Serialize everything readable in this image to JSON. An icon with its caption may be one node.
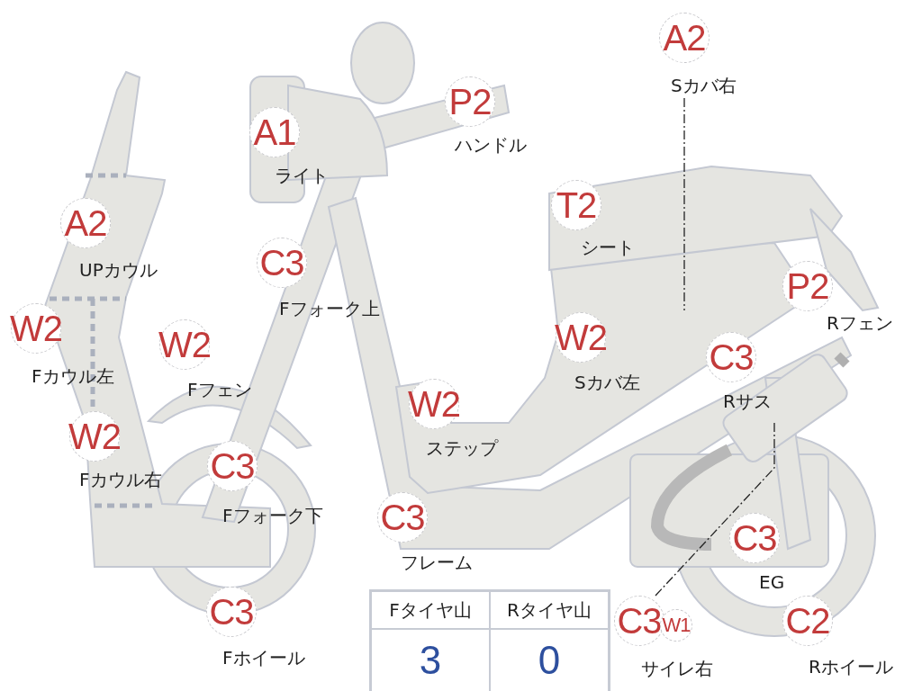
{
  "diagram": {
    "nodes": [
      {
        "text": [
          "A2"
        ],
        "beside": [
          "Sカバ右"
        ]
      },
      {
        "text": [
          "A1"
        ],
        "beside": [
          "ライト"
        ]
      },
      {
        "text": [
          "P2"
        ],
        "beside": [
          "ハンドル"
        ]
      },
      {
        "text": [
          "T2"
        ],
        "beside": [
          "シート"
        ]
      },
      {
        "text": [
          "A2"
        ],
        "beside": [
          "UPカウル"
        ]
      },
      {
        "text": [
          "C3"
        ],
        "beside": [
          "Fフォーク上"
        ]
      },
      {
        "text": [
          "P2"
        ],
        "beside": [
          "Rフェン"
        ]
      },
      {
        "text": [
          "W2"
        ],
        "beside": [
          "Fカウル左"
        ]
      },
      {
        "text": [
          "W2"
        ],
        "beside": [
          "Fフェン"
        ]
      },
      {
        "text": [
          "W2"
        ],
        "beside": [
          "Sカバ左"
        ]
      },
      {
        "text": [
          "C3"
        ],
        "beside": [
          "Rサス"
        ]
      },
      {
        "text": [
          "W2"
        ],
        "beside": [
          "ステップ"
        ]
      },
      {
        "text": [
          "W2"
        ],
        "beside": [
          "Fカウル右"
        ]
      },
      {
        "text": [
          "C3"
        ],
        "beside": [
          "Fフォーク下"
        ]
      },
      {
        "text": [
          "C3"
        ],
        "beside": [
          "フレーム"
        ]
      },
      {
        "text": [
          "C3"
        ],
        "beside": [
          "EG"
        ]
      },
      {
        "text": [
          "C3"
        ],
        "beside": [
          "サイレ右"
        ]
      },
      {
        "text": [
          "W1"
        ]
      },
      {
        "text": [
          "C3"
        ],
        "beside": [
          "Fホイール"
        ]
      },
      {
        "text": [
          "C2"
        ],
        "beside": [
          "Rホイール"
        ]
      }
    ],
    "edges": [
      {
        "from": 0,
        "to": null,
        "arrow": "none",
        "style": "dashed"
      },
      {
        "from": 16,
        "to": null,
        "arrow": "none",
        "style": "dashed"
      }
    ],
    "labels": [
      "Fタイヤ山",
      "Rタイヤ山",
      "3",
      "0"
    ]
  }
}
